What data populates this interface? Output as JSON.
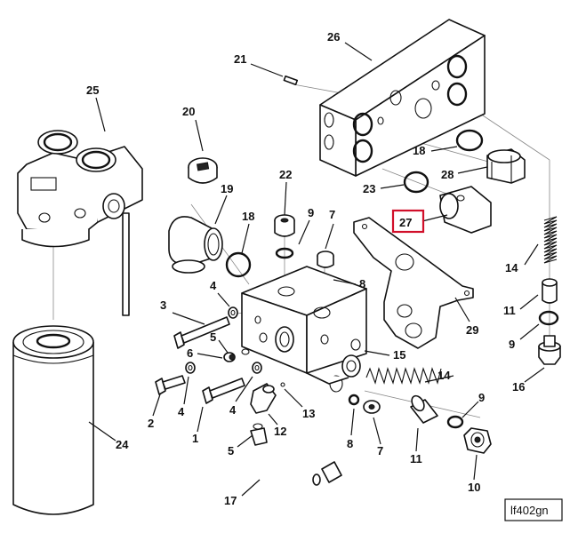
{
  "callouts": [
    {
      "id": "c26",
      "label": "26"
    },
    {
      "id": "c21",
      "label": "21"
    },
    {
      "id": "c25",
      "label": "25"
    },
    {
      "id": "c20",
      "label": "20"
    },
    {
      "id": "c18a",
      "label": "18"
    },
    {
      "id": "c28",
      "label": "28"
    },
    {
      "id": "c23",
      "label": "23"
    },
    {
      "id": "c19",
      "label": "19"
    },
    {
      "id": "c22",
      "label": "22"
    },
    {
      "id": "c9a",
      "label": "9"
    },
    {
      "id": "c7a",
      "label": "7"
    },
    {
      "id": "c18b",
      "label": "18"
    },
    {
      "id": "c27",
      "label": "27"
    },
    {
      "id": "c14a",
      "label": "14"
    },
    {
      "id": "c8a",
      "label": "8"
    },
    {
      "id": "c4a",
      "label": "4"
    },
    {
      "id": "c3",
      "label": "3"
    },
    {
      "id": "c29",
      "label": "29"
    },
    {
      "id": "c11a",
      "label": "11"
    },
    {
      "id": "c9b",
      "label": "9"
    },
    {
      "id": "c5a",
      "label": "5"
    },
    {
      "id": "c6",
      "label": "6"
    },
    {
      "id": "c15",
      "label": "15"
    },
    {
      "id": "c16",
      "label": "16"
    },
    {
      "id": "c14b",
      "label": "14"
    },
    {
      "id": "c2",
      "label": "2"
    },
    {
      "id": "c4b",
      "label": "4"
    },
    {
      "id": "c4c",
      "label": "4"
    },
    {
      "id": "c13",
      "label": "13"
    },
    {
      "id": "c9c",
      "label": "9"
    },
    {
      "id": "c1",
      "label": "1"
    },
    {
      "id": "c12",
      "label": "12"
    },
    {
      "id": "c24",
      "label": "24"
    },
    {
      "id": "c5b",
      "label": "5"
    },
    {
      "id": "c8b",
      "label": "8"
    },
    {
      "id": "c7b",
      "label": "7"
    },
    {
      "id": "c11b",
      "label": "11"
    },
    {
      "id": "c10",
      "label": "10"
    },
    {
      "id": "c17",
      "label": "17"
    }
  ],
  "highlighted_callout": "27",
  "figure_reference": "lf402gn"
}
